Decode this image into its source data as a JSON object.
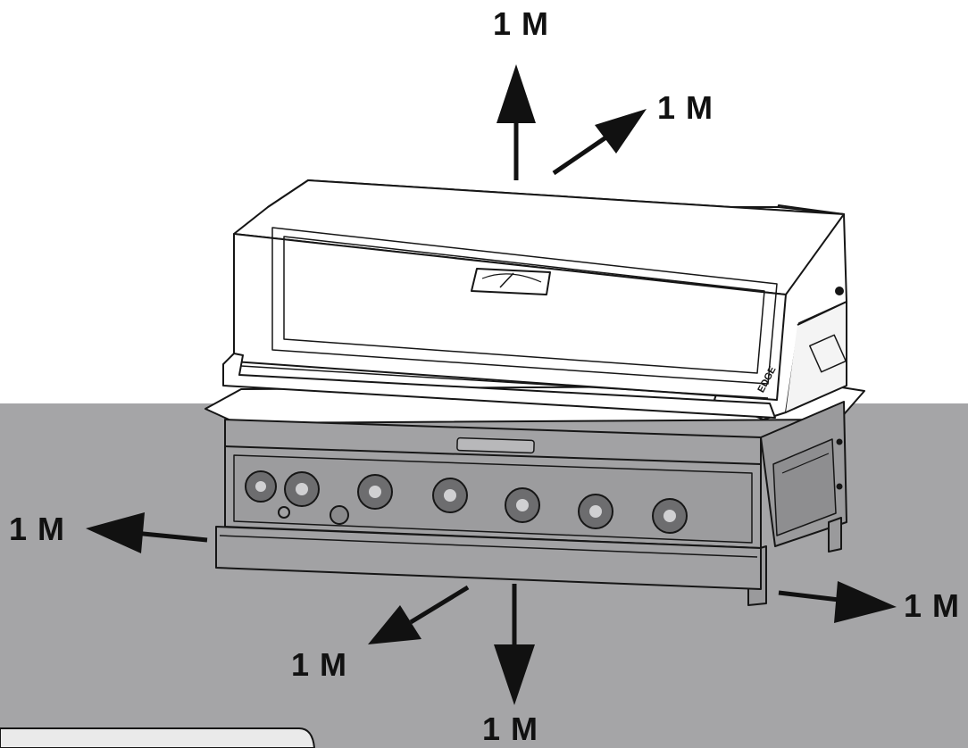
{
  "diagram": {
    "clearance_labels": {
      "top": "1 M",
      "top_back": "1 M",
      "left": "1 M",
      "right": "1 M",
      "front_left": "1 M",
      "front": "1 M"
    },
    "badges": {
      "side": "EDGE"
    },
    "colors": {
      "floor": "#a5a5a7",
      "line": "#161616",
      "arrow": "#111111",
      "panel": "#ffffff"
    }
  }
}
